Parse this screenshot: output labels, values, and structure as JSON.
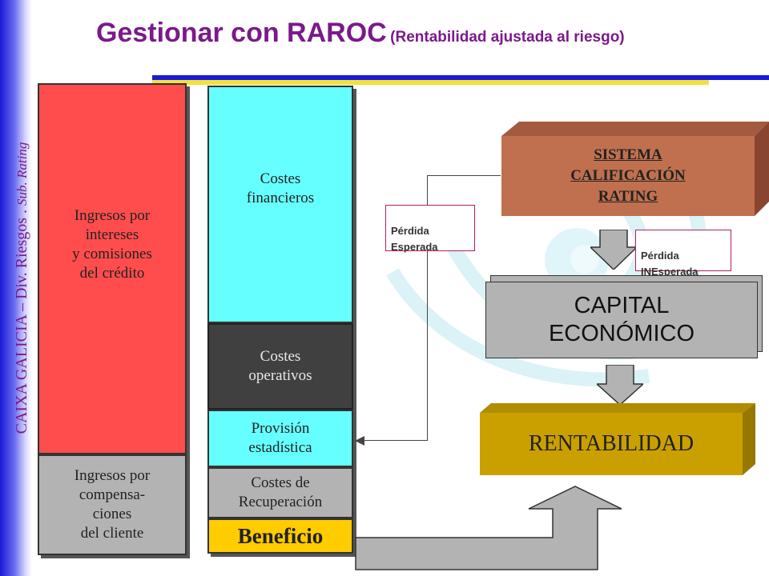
{
  "title": {
    "main": "Gestionar con RAROC",
    "sub": "(Rentabilidad ajustada al riesgo)"
  },
  "side_text": {
    "part1": "CAIXA GALICIA – Div. Riesgos .",
    "part2": "Sub. Rating"
  },
  "left_column": {
    "ingresos_intereses": "Ingresos por\nintereses\ny comisiones\ndel crédito",
    "ingresos_compensaciones": "Ingresos por\ncompensa-\nciones\ndel cliente"
  },
  "middle_column": {
    "costes_financieros": "Costes\nfinancieros",
    "costes_operativos": "Costes\noperativos",
    "provision": "Provisión\nestadística",
    "costes_recuperacion": "Costes de\nRecuperación",
    "beneficio": "Beneficio"
  },
  "right_flow": {
    "sistema": "SISTEMA\nCALIFICACIÓN\nRATING",
    "perdida_esperada": "Pérdida\nEsperada",
    "perdida_inesperada": "Pérdida\nINEsperada",
    "capital": "CAPITAL\nECONÓMICO",
    "rentabilidad": "RENTABILIDAD"
  },
  "colors": {
    "title": "#7a1a8a",
    "ingresos_red": "#ff4d4d",
    "gray": "#b3b3b3",
    "cyan": "#66ffff",
    "dark": "#404040",
    "beneficio_gold": "#ffcc00",
    "sistema_brown": "#c0704f",
    "rentabilidad_gold": "#c9a000"
  }
}
